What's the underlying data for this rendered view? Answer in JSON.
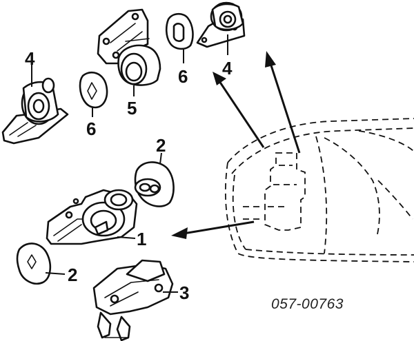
{
  "callouts": {
    "c1": "1",
    "c2a": "2",
    "c2b": "2",
    "c3": "3",
    "c4a": "4",
    "c4b": "4",
    "c5": "5",
    "c6a": "6",
    "c6b": "6"
  },
  "part_number": "057-00763"
}
